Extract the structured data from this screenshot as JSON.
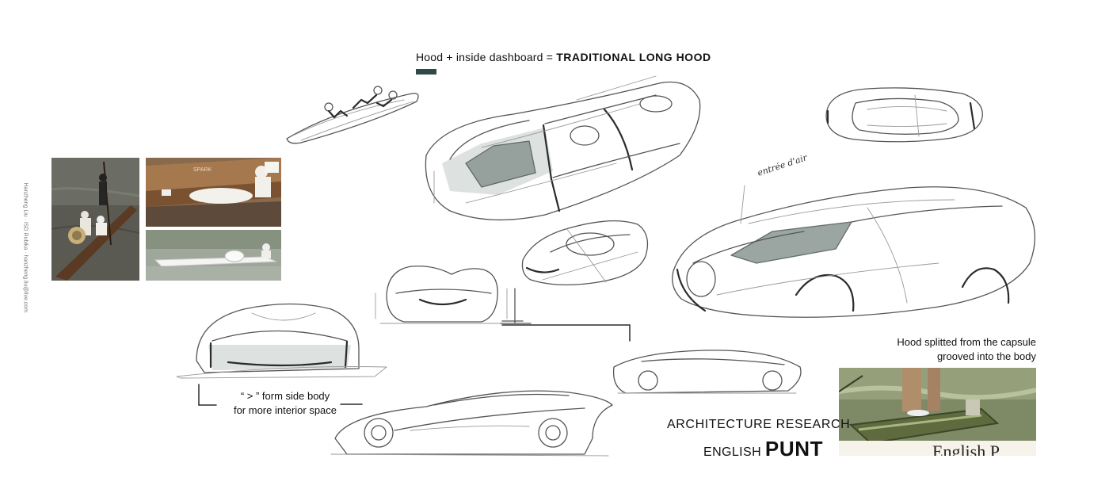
{
  "header": {
    "title_prefix": "Hood + inside dashboard = ",
    "title_bold": "TRADITIONAL LONG HOOD",
    "accent_color": "#2f4a44"
  },
  "credit_text": "Hanzheng Liu · ISD Rubika · hanzheng.liu@live.com",
  "annotations": {
    "air_intake": "entrée d'air",
    "form_side_line1": "“ > ” form side body",
    "form_side_line2": "for more interior space",
    "capsule_line1": "Hood splitted from the capsule",
    "capsule_line2": "grooved into the body"
  },
  "research": {
    "heading": "ARCHITECTURE RESEARCH",
    "sub_prefix": "ENGLISH",
    "sub_bold": "PUNT"
  },
  "photos": [
    {
      "subject": "punt-pole-river-photo"
    },
    {
      "subject": "punt-passengers-photo",
      "lettering": "SPARK"
    },
    {
      "subject": "speedboat-photo"
    },
    {
      "subject": "punt-illustration",
      "lettering": "English P"
    }
  ]
}
